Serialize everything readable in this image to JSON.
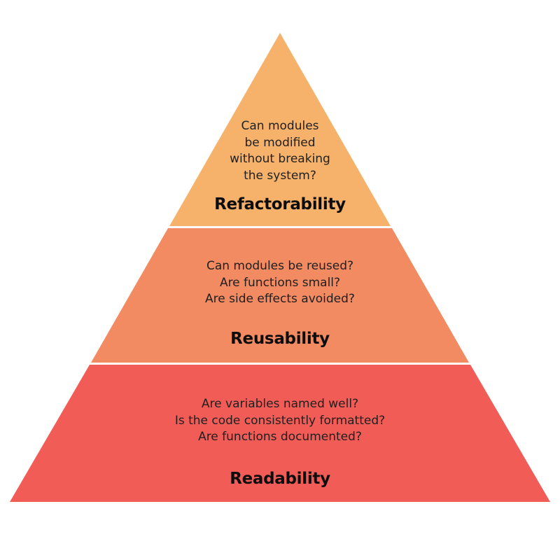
{
  "colors": {
    "background": "#ffffff",
    "top_tier": "#f6b26b",
    "middle_tier": "#f28a62",
    "bottom_tier": "#f25c57",
    "separator": "#ffffff",
    "text": "#1a1a1a"
  },
  "tiers": {
    "top": {
      "title": "Refactorability",
      "questions": [
        "Can modules",
        "be modified",
        "without breaking",
        "the system?"
      ]
    },
    "middle": {
      "title": "Reusability",
      "questions": [
        "Can modules be reused?",
        "Are functions small?",
        "Are side effects avoided?"
      ]
    },
    "bottom": {
      "title": "Readability",
      "questions": [
        "Are variables named well?",
        "Is the code consistently formatted?",
        "Are functions documented?"
      ]
    }
  }
}
